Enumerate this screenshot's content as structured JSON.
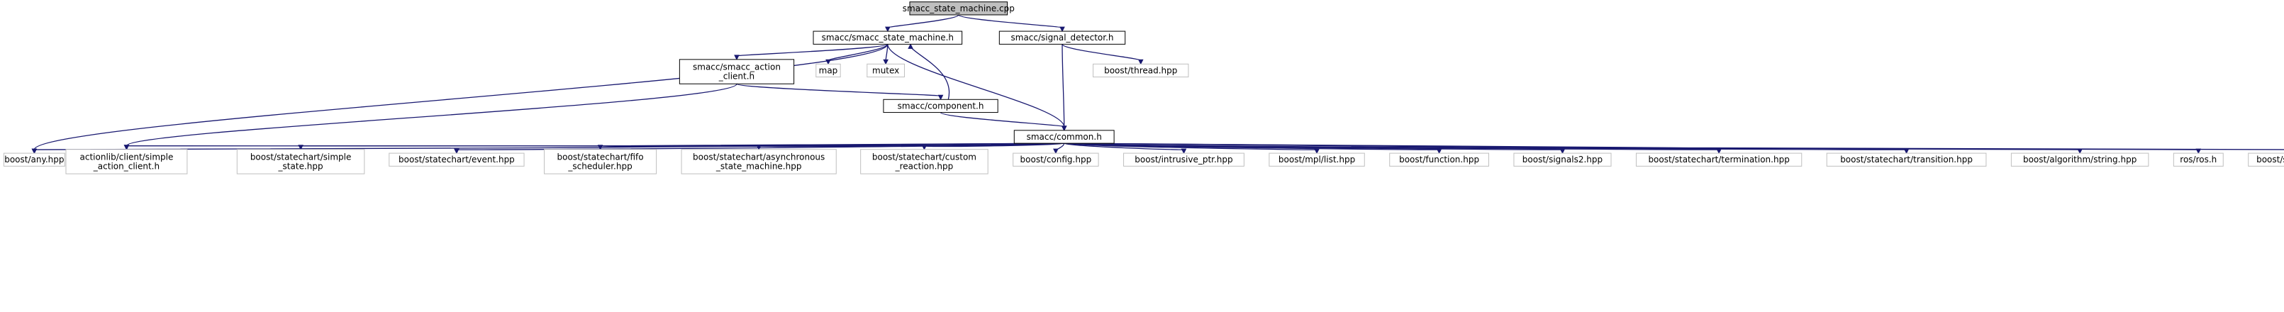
{
  "diagram": {
    "nodes": [
      {
        "id": "main",
        "label": "smacc_state_machine.cpp",
        "style": "main"
      },
      {
        "id": "ssm",
        "label": "smacc/smacc_state_machine.h",
        "style": "black"
      },
      {
        "id": "sig",
        "label": "smacc/signal_detector.h",
        "style": "black"
      },
      {
        "id": "sac",
        "label": "smacc/smacc_action\n_client.h",
        "style": "black"
      },
      {
        "id": "map",
        "label": "map",
        "style": "grey"
      },
      {
        "id": "mutex",
        "label": "mutex",
        "style": "grey"
      },
      {
        "id": "thread",
        "label": "boost/thread.hpp",
        "style": "grey"
      },
      {
        "id": "comp",
        "label": "smacc/component.h",
        "style": "black"
      },
      {
        "id": "common",
        "label": "smacc/common.h",
        "style": "black"
      },
      {
        "id": "any",
        "label": "boost/any.hpp",
        "style": "grey"
      },
      {
        "id": "alclient",
        "label": "actionlib/client/simple\n_action_client.h",
        "style": "grey"
      },
      {
        "id": "simple",
        "label": "boost/statechart/simple\n_state.hpp",
        "style": "grey"
      },
      {
        "id": "event",
        "label": "boost/statechart/event.hpp",
        "style": "grey"
      },
      {
        "id": "fifo",
        "label": "boost/statechart/fifo\n_scheduler.hpp",
        "style": "grey"
      },
      {
        "id": "async",
        "label": "boost/statechart/asynchronous\n_state_machine.hpp",
        "style": "grey"
      },
      {
        "id": "custom",
        "label": "boost/statechart/custom\n_reaction.hpp",
        "style": "grey"
      },
      {
        "id": "config",
        "label": "boost/config.hpp",
        "style": "grey"
      },
      {
        "id": "intr",
        "label": "boost/intrusive_ptr.hpp",
        "style": "grey"
      },
      {
        "id": "mpl",
        "label": "boost/mpl/list.hpp",
        "style": "grey"
      },
      {
        "id": "func",
        "label": "boost/function.hpp",
        "style": "grey"
      },
      {
        "id": "sig2",
        "label": "boost/signals2.hpp",
        "style": "grey"
      },
      {
        "id": "term",
        "label": "boost/statechart/termination.hpp",
        "style": "grey"
      },
      {
        "id": "trans",
        "label": "boost/statechart/transition.hpp",
        "style": "grey"
      },
      {
        "id": "algo",
        "label": "boost/algorithm/string.hpp",
        "style": "grey"
      },
      {
        "id": "ros",
        "label": "ros/ros.h",
        "style": "grey"
      },
      {
        "id": "state",
        "label": "boost/statechart/state.hpp",
        "style": "grey"
      }
    ],
    "edges": [
      {
        "from": "main",
        "to": "ssm"
      },
      {
        "from": "main",
        "to": "sig"
      },
      {
        "from": "ssm",
        "to": "sac"
      },
      {
        "from": "ssm",
        "to": "map"
      },
      {
        "from": "ssm",
        "to": "mutex"
      },
      {
        "from": "ssm",
        "to": "common"
      },
      {
        "from": "ssm",
        "to": "any"
      },
      {
        "from": "sig",
        "to": "thread"
      },
      {
        "from": "sig",
        "to": "common"
      },
      {
        "from": "sac",
        "to": "comp"
      },
      {
        "from": "sac",
        "to": "alclient"
      },
      {
        "from": "comp",
        "to": "ssm"
      },
      {
        "from": "comp",
        "to": "common"
      },
      {
        "from": "common",
        "to": "any"
      },
      {
        "from": "common",
        "to": "alclient"
      },
      {
        "from": "common",
        "to": "simple"
      },
      {
        "from": "common",
        "to": "event"
      },
      {
        "from": "common",
        "to": "fifo"
      },
      {
        "from": "common",
        "to": "async"
      },
      {
        "from": "common",
        "to": "custom"
      },
      {
        "from": "common",
        "to": "config"
      },
      {
        "from": "common",
        "to": "intr"
      },
      {
        "from": "common",
        "to": "mpl"
      },
      {
        "from": "common",
        "to": "func"
      },
      {
        "from": "common",
        "to": "sig2"
      },
      {
        "from": "common",
        "to": "term"
      },
      {
        "from": "common",
        "to": "trans"
      },
      {
        "from": "common",
        "to": "algo"
      },
      {
        "from": "common",
        "to": "ros"
      },
      {
        "from": "common",
        "to": "state"
      }
    ]
  }
}
